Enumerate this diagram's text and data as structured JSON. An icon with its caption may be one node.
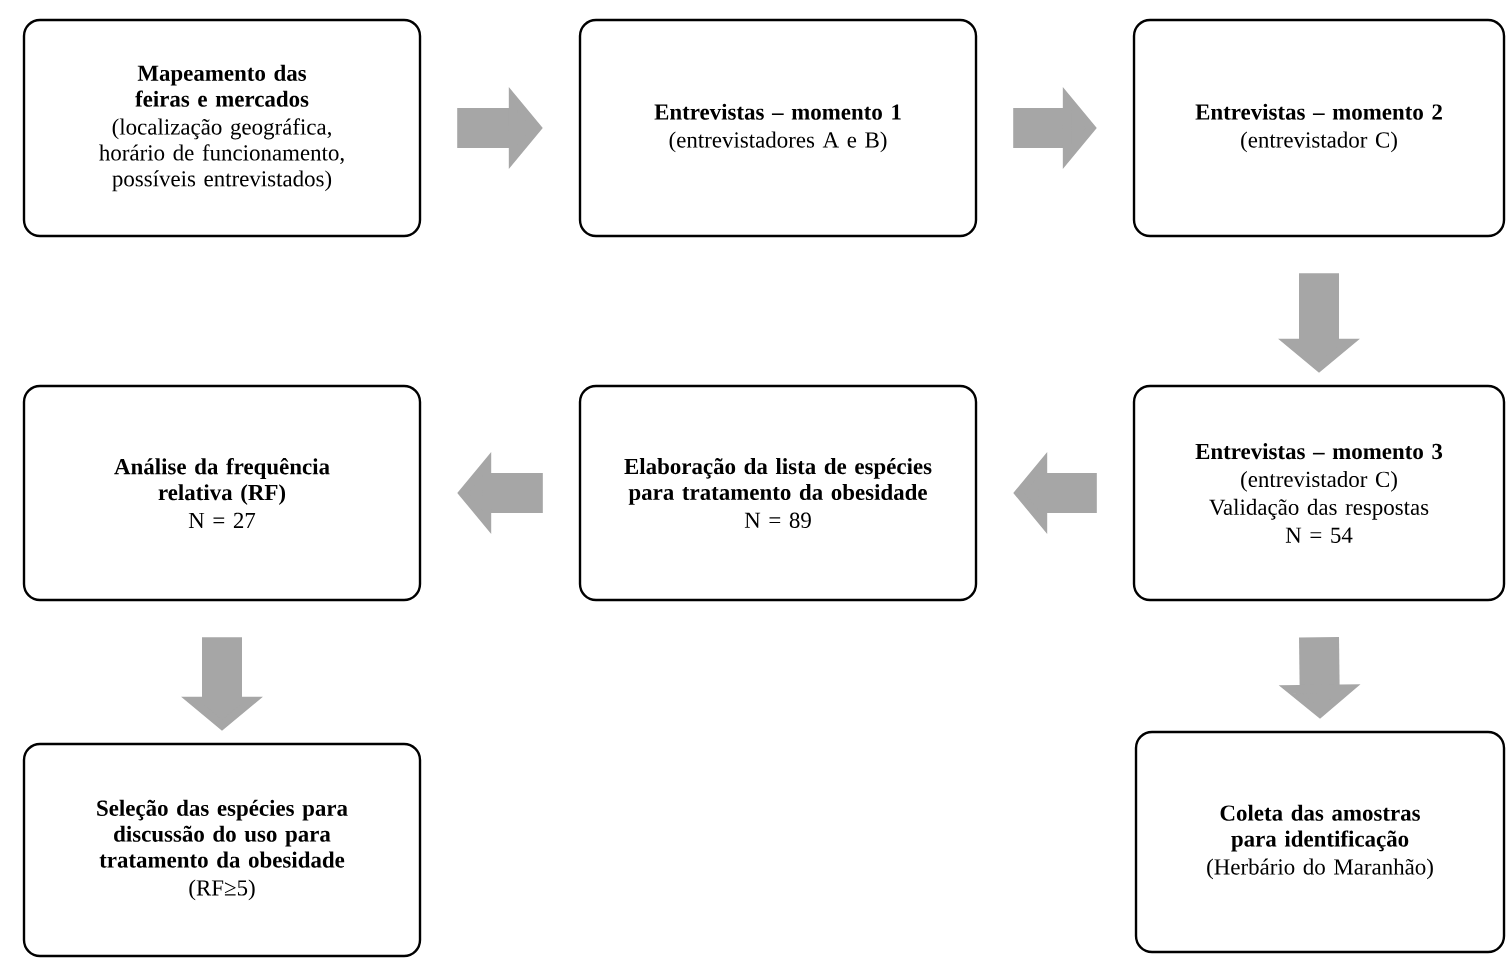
{
  "diagram": {
    "nodes": [
      {
        "text": [
          "Mapeamento das feiras e mercados",
          "(localização geográfica, horário de funcionamento, possíveis entrevistados)"
        ]
      },
      {
        "text": [
          "Entrevistas – momento 1",
          "(entrevistadores A e B)"
        ]
      },
      {
        "text": [
          "Entrevistas – momento 2",
          "(entrevistador C)"
        ]
      },
      {
        "text": [
          "Entrevistas – momento 3",
          "(entrevistador C)",
          "Validação das respostas",
          "N = 54"
        ]
      },
      {
        "text": [
          "Elaboração da lista de espécies para tratamento da obesidade",
          "N = 89"
        ]
      },
      {
        "text": [
          "Análise da frequência relativa (RF)",
          "N = 27"
        ]
      },
      {
        "text": [
          "Seleção das espécies para discussão do uso para tratamento da obesidade",
          "(RF≥5)"
        ]
      },
      {
        "text": [
          "Coleta das amostras para identificação",
          "(Herbário do Maranhão)"
        ]
      }
    ],
    "edges": [
      {
        "from": 0,
        "to": 1,
        "arrow": "to"
      },
      {
        "from": 1,
        "to": 2,
        "arrow": "to"
      },
      {
        "from": 2,
        "to": 3,
        "arrow": "to"
      },
      {
        "from": 3,
        "to": 4,
        "arrow": "to"
      },
      {
        "from": 4,
        "to": 5,
        "arrow": "to"
      },
      {
        "from": 5,
        "to": 6,
        "arrow": "to"
      },
      {
        "from": 3,
        "to": 7,
        "arrow": "to"
      }
    ]
  }
}
